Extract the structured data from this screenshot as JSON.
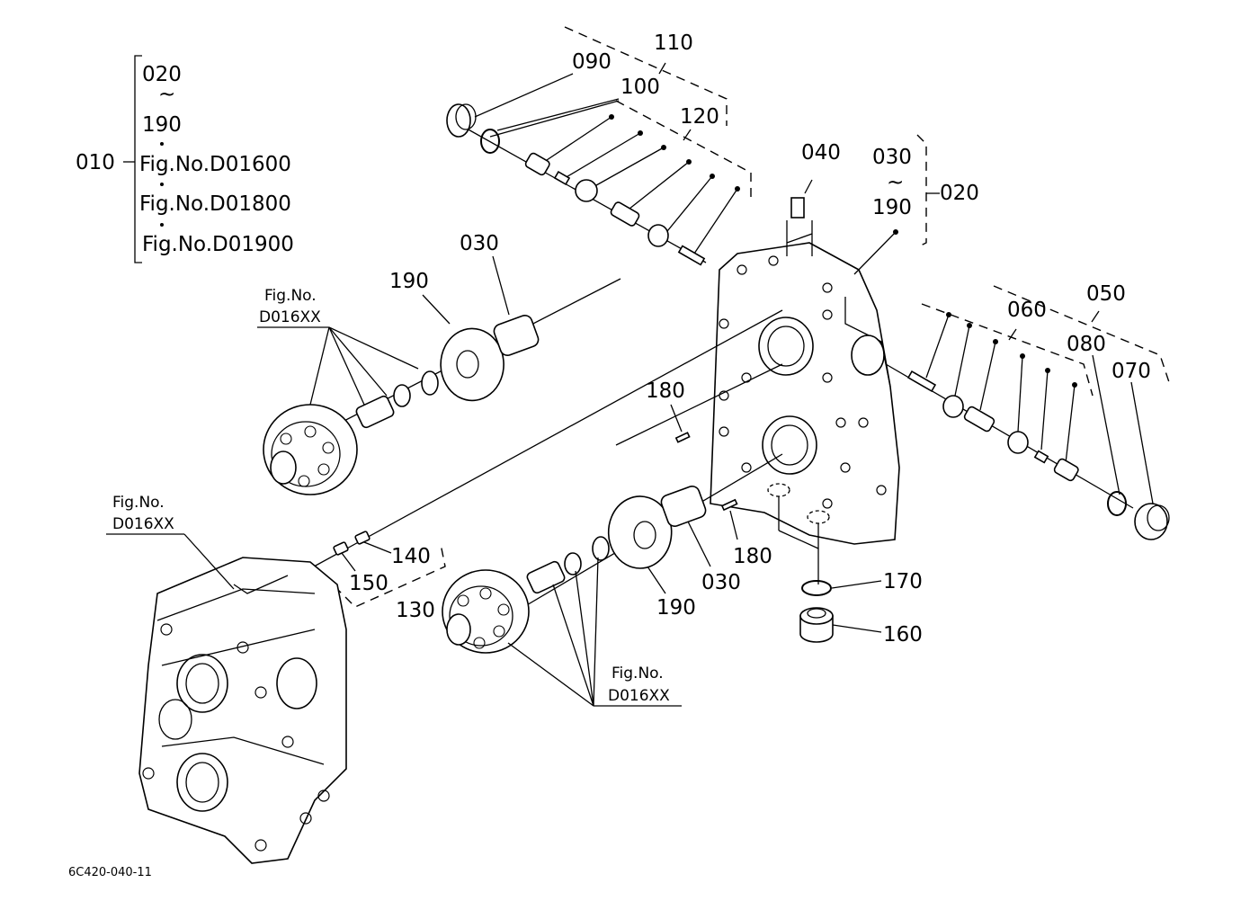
{
  "figure_code": "6C420-040-11",
  "group": {
    "ref": "010",
    "range_start": "020",
    "tilde": "~",
    "range_end": "190",
    "refs": [
      "Fig.No.D01600",
      "Fig.No.D01800",
      "Fig.No.D01900"
    ]
  },
  "callouts": {
    "c020": "020",
    "c030_top": "030",
    "c190_top": "190",
    "c030_tilde": "~",
    "c040": "040",
    "c050": "050",
    "c060": "060",
    "c070": "070",
    "c080": "080",
    "c090": "090",
    "c100": "100",
    "c110": "110",
    "c120": "120",
    "c130": "130",
    "c140": "140",
    "c150": "150",
    "c160": "160",
    "c170": "170",
    "c180_upper": "180",
    "c180_lower": "180",
    "c190_upper": "190",
    "c190_lower": "190",
    "c030_upper": "030",
    "c030_lower": "030"
  },
  "fig_refs": {
    "upper_title": "Fig.No.",
    "upper_code": "D016XX",
    "left_title": "Fig.No.",
    "left_code": "D016XX",
    "lower_title": "Fig.No.",
    "lower_code": "D016XX"
  }
}
